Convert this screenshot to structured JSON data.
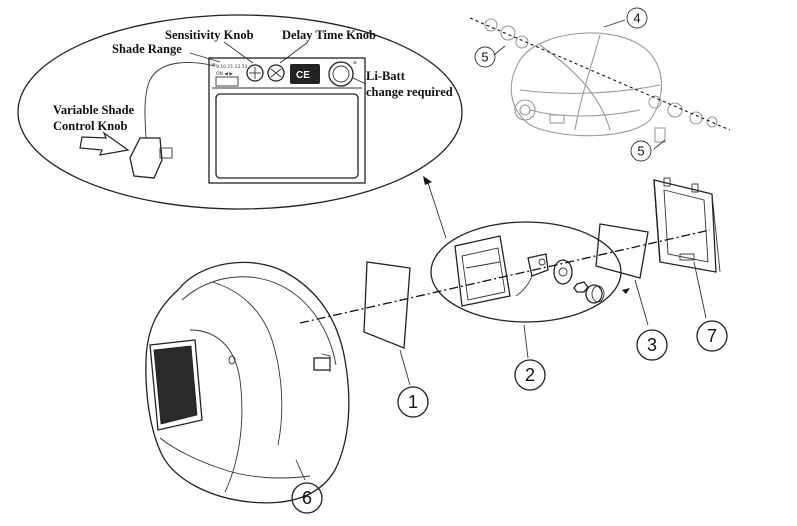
{
  "diagram": {
    "labels": {
      "shade_range": "Shade Range",
      "sensitivity_knob": "Sensitivity Knob",
      "delay_time_knob": "Delay Time Knob",
      "variable_shade_line1": "Variable Shade",
      "variable_shade_line2": "Control Knob",
      "li_batt_line1": "Li-Batt",
      "li_batt_line2": "change required"
    },
    "callouts": {
      "c1": "1",
      "c2": "2",
      "c3": "3",
      "c4": "4",
      "c5a": "5",
      "c5b": "5",
      "c6": "6",
      "c7": "7"
    }
  }
}
